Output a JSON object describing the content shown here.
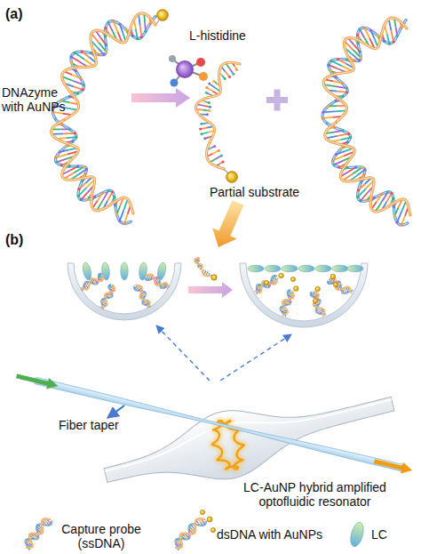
{
  "diagram": {
    "labels": [
      "(a)",
      "L-histidine",
      "DNAzyme with AuNPs",
      "Partial substrate",
      "(b)",
      "Fiber taper",
      "LC-AuNP hybrid amplified optofluidic resonator"
    ],
    "legend": [
      {
        "text": "Capture probe (ssDNA)"
      },
      {
        "text": "dsDNA with AuNPs"
      },
      {
        "text": "LC"
      }
    ]
  }
}
